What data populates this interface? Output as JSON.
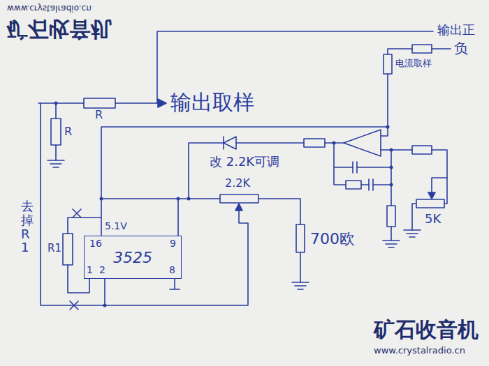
{
  "diagram": {
    "nodes": [
      {
        "text": [
          "3525"
        ]
      }
    ],
    "labels": [
      "矿石收音机",
      "www.crystalradio.cn",
      "输出正",
      "负",
      "电流取样",
      "R",
      "输出取样",
      "R",
      "改 2.2K可调",
      "2.2K",
      "5.1V",
      "16",
      "9",
      "1",
      "2",
      "8",
      "R1",
      "去掉R1",
      "700欧",
      "5K",
      "矿石收音机",
      "www.crystalradio.cn"
    ]
  }
}
